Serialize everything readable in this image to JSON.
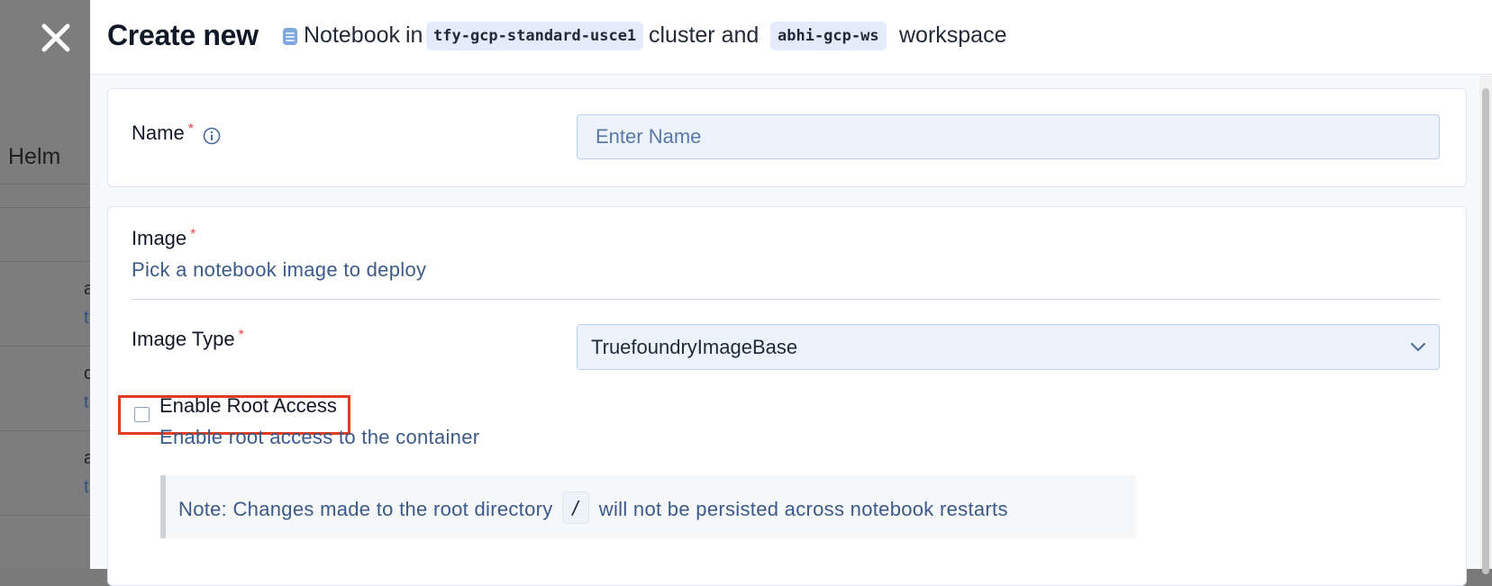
{
  "background": {
    "helm_label": "Helm",
    "fragments": [
      "a",
      "t",
      "c",
      "t",
      "a",
      "t"
    ]
  },
  "header": {
    "title": "Create new",
    "icon": "notebook-icon",
    "type_label": "Notebook",
    "word_in": "in",
    "cluster_chip": "tfy-gcp-standard-usce1",
    "word_cluster_and": "cluster and",
    "workspace_chip": "abhi-gcp-ws",
    "word_workspace": "workspace"
  },
  "form": {
    "name": {
      "label": "Name",
      "required_mark": "*",
      "placeholder": "Enter Name",
      "value": ""
    },
    "image": {
      "label": "Image",
      "required_mark": "*",
      "description": "Pick a notebook image to deploy",
      "image_type_label": "Image Type",
      "image_type_value": "TruefoundryImageBase",
      "enable_root_label": "Enable Root Access",
      "enable_root_checked": false,
      "enable_root_description": "Enable root access to the container",
      "note_prefix": "Note: Changes made to the root directory",
      "note_code": "/",
      "note_suffix": "will not be persisted across notebook restarts"
    }
  },
  "colors": {
    "accent_chip": "#e4ecfb",
    "highlight": "#e03c1f",
    "required": "#e5484d",
    "muted_text": "#3b5a8a"
  }
}
